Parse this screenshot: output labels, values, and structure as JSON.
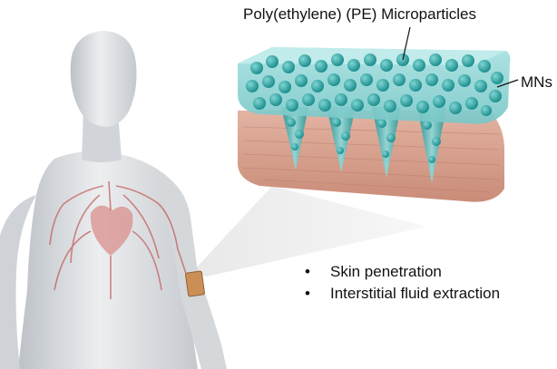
{
  "labels": {
    "particles": "Poly(ethylene) (PE) Microparticles",
    "mns": "MNs"
  },
  "bullets": [
    "Skin penetration",
    "Interstitial fluid extraction"
  ],
  "colors": {
    "patch": "#7fcfcf",
    "particle": "#2aa6a6",
    "skin": "#d7a290",
    "body": "#d9dcdf",
    "vessels": "#c0392b"
  }
}
